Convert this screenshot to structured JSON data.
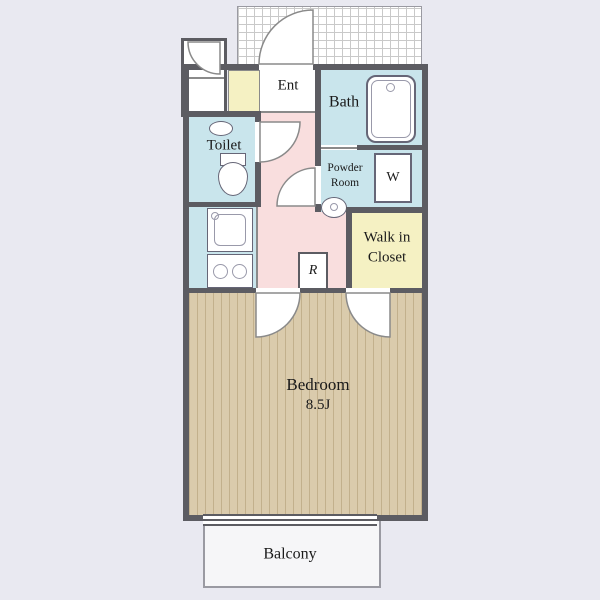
{
  "labels": {
    "ent": "Ent",
    "bath": "Bath",
    "toilet": "Toilet",
    "powder_line1": "Powder",
    "powder_line2": "Room",
    "wic_line1": "Walk in",
    "wic_line2": "Closet",
    "refrigerator": "R",
    "washer": "W",
    "bedroom": "Bedroom",
    "bedroom_size": "8.5J",
    "balcony": "Balcony"
  },
  "colors": {
    "background": "#e9e9f1",
    "wall": "#5c5c62",
    "wet_room": "#c9e5ec",
    "storage": "#f5f1c3",
    "hallway": "#f9dede",
    "bedroom_floor": "#dacbac",
    "bedroom_stripe": "#c2b08c",
    "entrance_floor": "#ffffff",
    "balcony_floor": "#f6f6f8"
  }
}
